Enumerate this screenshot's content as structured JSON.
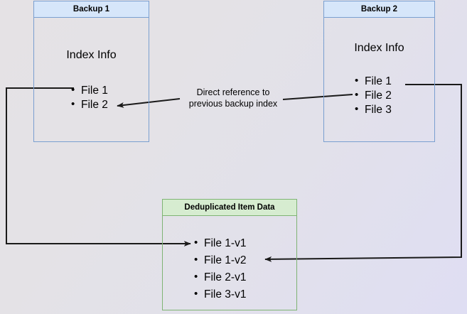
{
  "diagram": {
    "title_hidden": "",
    "background": {
      "from": "#e5e2e5",
      "to": "#dfdef3"
    },
    "colors": {
      "blue_border": "#7a9fd0",
      "blue_header": "#d6e6fa",
      "green_border": "#7fb474",
      "green_header": "#d6ecd0",
      "arrow": "#1a1a1a"
    },
    "nodes": [
      {
        "id": "backup1",
        "header": "Backup 1",
        "subtitle": "Index Info",
        "items": [
          "File 1",
          "File 2"
        ]
      },
      {
        "id": "backup2",
        "header": "Backup 2",
        "subtitle": "Index Info",
        "items": [
          "File 1",
          "File 2",
          "File 3"
        ]
      },
      {
        "id": "dedup",
        "header": "Deduplicated Item Data",
        "items": [
          "File 1-v1",
          "File 1-v2",
          "File 2-v1",
          "File 3-v1"
        ]
      }
    ],
    "annotations": [
      {
        "id": "direct-reference",
        "line1": "Direct reference to",
        "line2": "previous backup index"
      }
    ]
  }
}
